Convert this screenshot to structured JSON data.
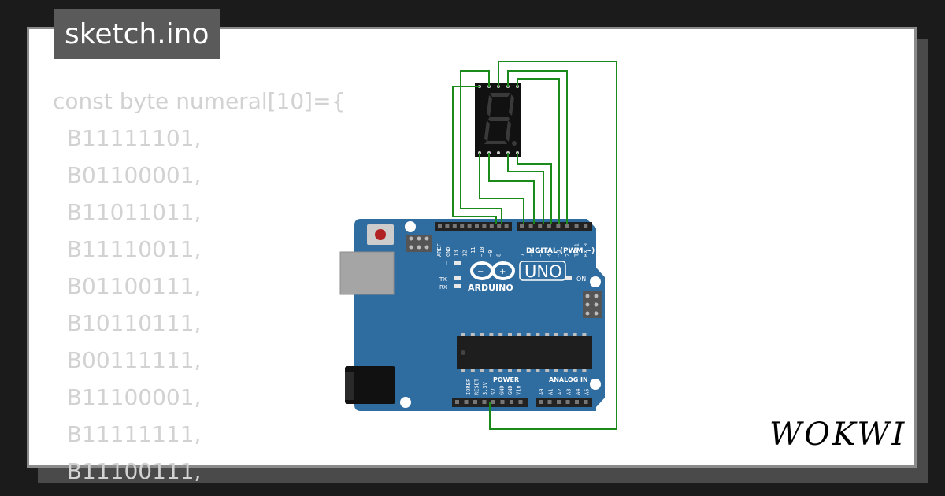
{
  "window": {
    "title": "sketch.ino"
  },
  "code": {
    "lines": [
      "const byte numeral[10]={",
      "  B11111101,",
      "  B01100001,",
      "  B11011011,",
      "  B11110011,",
      "  B01100111,",
      "  B10110111,",
      "  B00111111,",
      "  B11100001,",
      "  B11111111,",
      "  B11100111,"
    ]
  },
  "board": {
    "model": "UNO",
    "brand": "ARDUINO",
    "digital_header_label": "DIGITAL (PWM ~)",
    "power_header_label": "POWER",
    "analog_header_label": "ANALOG IN",
    "on_led_label": "ON",
    "l_led_label": "L",
    "tx_led_label": "TX",
    "rx_led_label": "RX",
    "digital_pins": [
      "AREF",
      "GND",
      "13",
      "12",
      "~11",
      "~10",
      "~9",
      "8",
      "7",
      "~6",
      "~5",
      "4",
      "~3",
      "2",
      "TX 1",
      "RX 0"
    ],
    "power_pins": [
      "IOREF",
      "RESET",
      "3.3V",
      "5V",
      "GND",
      "GND",
      "Vin"
    ],
    "analog_pins": [
      "A0",
      "A1",
      "A2",
      "A3",
      "A4",
      "A5"
    ]
  },
  "brand": {
    "logo_text": "WOKWI"
  },
  "colors": {
    "board": "#2f6c9f",
    "wire": "#1a8a1a",
    "code_text": "#d2d2d2",
    "display_body": "#111111",
    "segment_off": "#3a3a3a"
  }
}
